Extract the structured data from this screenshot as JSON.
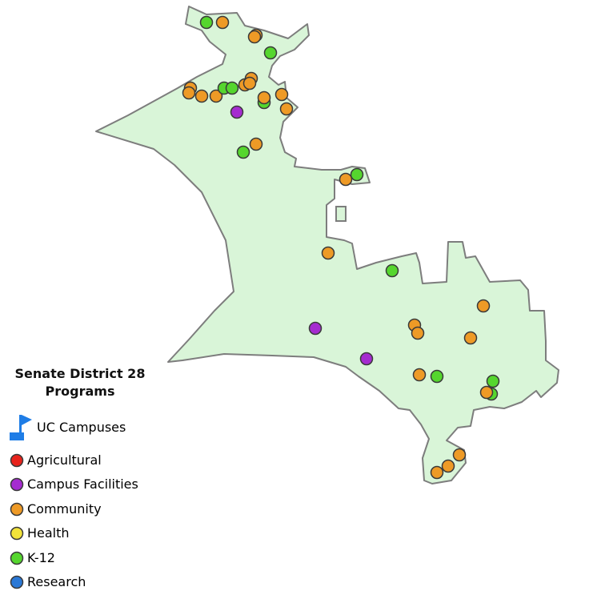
{
  "legend": {
    "title_line1": "Senate District 28",
    "title_line2": "Programs",
    "campus_label": "UC Campuses",
    "items": [
      {
        "label": "Agricultural",
        "color": "#e8231c"
      },
      {
        "label": "Campus Facilities",
        "color": "#a52bd0"
      },
      {
        "label": "Community",
        "color": "#ee9a26"
      },
      {
        "label": "Health",
        "color": "#f2e33a"
      },
      {
        "label": "K-12",
        "color": "#55d62e"
      },
      {
        "label": "Research",
        "color": "#2a78d6"
      }
    ]
  },
  "colors": {
    "district_fill": "#d9f5d8",
    "district_stroke": "#7d7d7d",
    "campus_flag": "#1f7de6",
    "marker_outline": "#3a3a3a"
  }
}
